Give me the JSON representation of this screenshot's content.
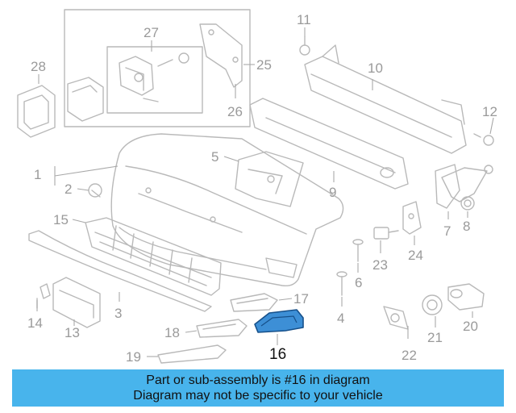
{
  "callouts": {
    "c1": "1",
    "c2": "2",
    "c3": "3",
    "c4": "4",
    "c5": "5",
    "c6": "6",
    "c7": "7",
    "c8": "8",
    "c9": "9",
    "c10": "10",
    "c11": "11",
    "c12": "12",
    "c13": "13",
    "c14": "14",
    "c15": "15",
    "c16": "16",
    "c17": "17",
    "c18": "18",
    "c19": "19",
    "c20": "20",
    "c21": "21",
    "c22": "22",
    "c23": "23",
    "c24": "24",
    "c25": "25",
    "c26": "26",
    "c27": "27",
    "c28": "28"
  },
  "highlighted_part": "16",
  "colors": {
    "highlight_fill": "#3d8fd6",
    "banner_background": "#48b4ec",
    "line_art": "#b9b9b9"
  },
  "banner": {
    "line1": "Part or sub-assembly is #16 in diagram",
    "line2": "Diagram may not be specific to your vehicle"
  }
}
